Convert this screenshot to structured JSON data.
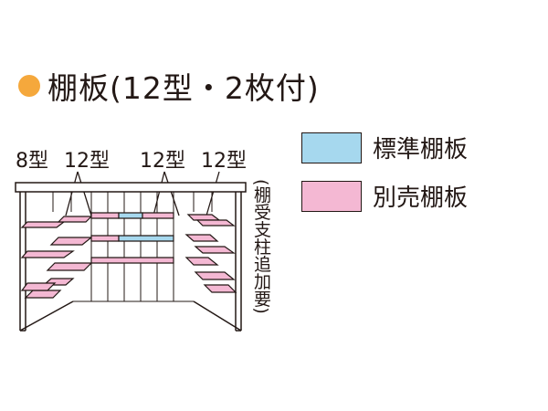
{
  "title": {
    "text": "棚板(12型・2枚付)",
    "icon": "orange-dot-icon",
    "icon_color": "#f5a83c"
  },
  "type_labels": [
    "8型",
    "12型",
    "12型",
    "12型"
  ],
  "vertical_note": "(棚受支柱追加要)",
  "legend": [
    {
      "label": "標準棚板",
      "color": "#a6d8ee"
    },
    {
      "label": "別売棚板",
      "color": "#f4b8d3"
    }
  ],
  "colors": {
    "standard_shelf": "#a6d8ee",
    "optional_shelf": "#f4b8d3",
    "line": "#231815"
  }
}
